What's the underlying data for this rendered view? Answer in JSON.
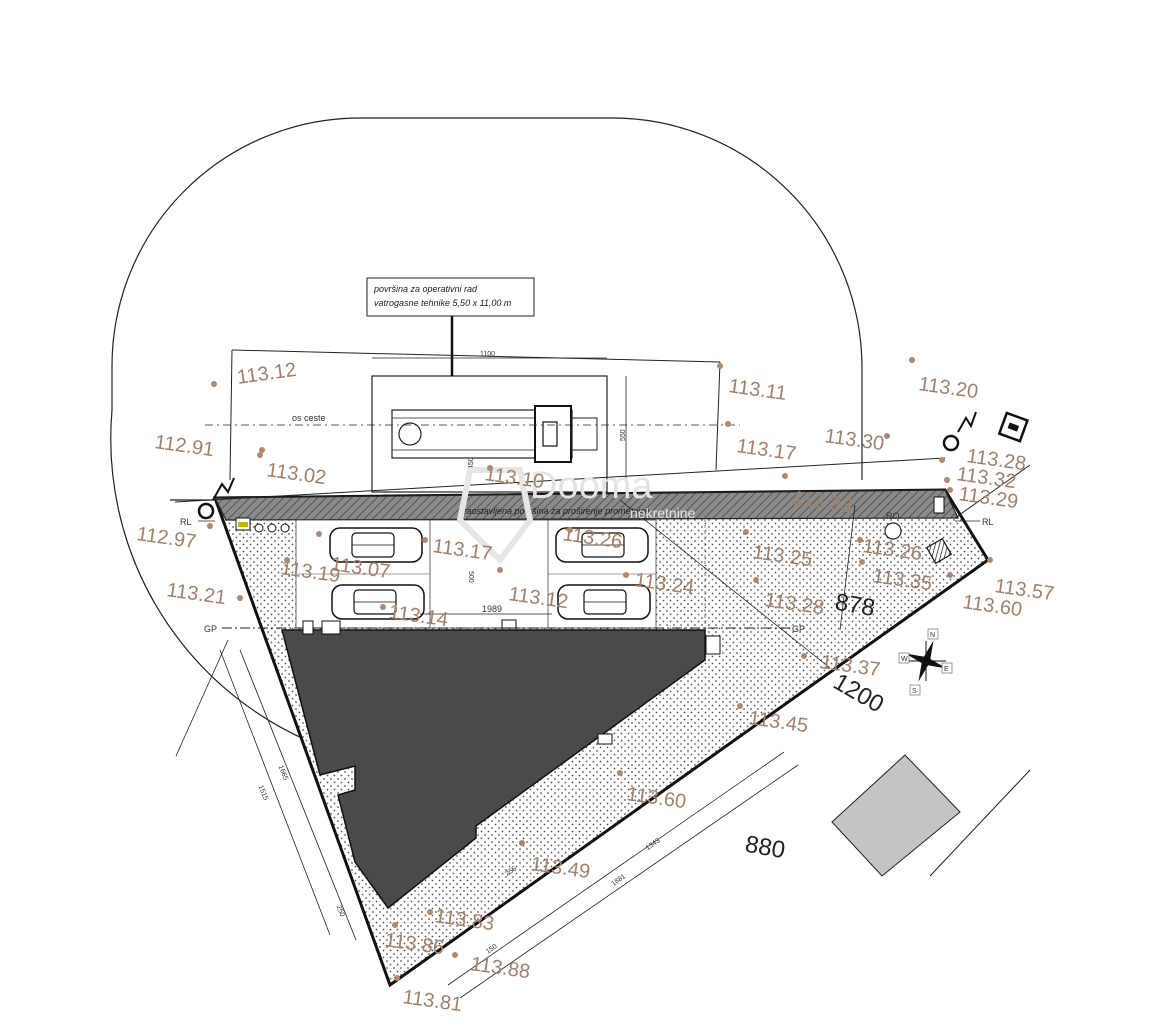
{
  "callout": {
    "line1": "površina za operativni rad",
    "line2": "vatrogasne tehnike 5,50 x 11,00 m"
  },
  "road_axis_label": "os ceste",
  "widening_label": "zaostavljena površina za proširenje prometnice",
  "watermark": {
    "brand": "Dooma",
    "sub": "nekretnine"
  },
  "line_labels": {
    "rl": "RL",
    "gp": "GP",
    "ro": "RO"
  },
  "distances": {
    "d878": "878",
    "d1200": "1200",
    "d880": "880"
  },
  "dims": {
    "d1100": "1100",
    "d550": "550",
    "d1989": "1989",
    "d500": "500",
    "d450": "450",
    "d255": "255",
    "d1665": "1665",
    "d1515": "1515",
    "d250": "250",
    "d1343": "1343",
    "d1881": "1881",
    "d150": "150"
  },
  "compass": {
    "n": "N",
    "s": "S",
    "e": "E",
    "w": "W"
  },
  "elevations": [
    "113.12",
    "113.11",
    "113.20",
    "112.91",
    "113.02",
    "113.10",
    "113.17",
    "113.30",
    "113.28",
    "113.32",
    "113.29",
    "113.23",
    "112.97",
    "113.07",
    "113.17",
    "113.19",
    "113.21",
    "113.14",
    "113.12",
    "113.26",
    "113.24",
    "113.25",
    "113.28",
    "113.35",
    "113.26",
    "113.57",
    "113.60",
    "113.37",
    "113.45",
    "113.60",
    "113.49",
    "113.83",
    "113.86",
    "113.88",
    "113.81"
  ]
}
